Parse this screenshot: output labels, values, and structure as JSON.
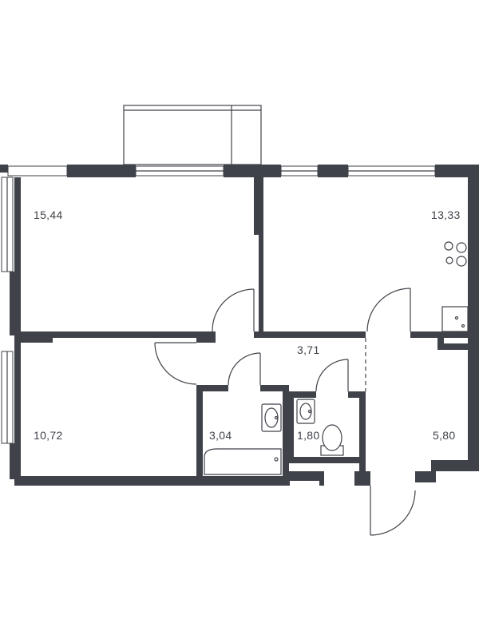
{
  "rooms": [
    {
      "id": "living-room",
      "area": "15,44"
    },
    {
      "id": "kitchen",
      "area": "13,33"
    },
    {
      "id": "bedroom",
      "area": "10,72"
    },
    {
      "id": "corridor",
      "area": "3,71"
    },
    {
      "id": "bathroom",
      "area": "3,04"
    },
    {
      "id": "toilet",
      "area": "1,80"
    },
    {
      "id": "hallway",
      "area": "5,80"
    }
  ],
  "colors": {
    "wall": "#3f4249",
    "background": "#ffffff"
  }
}
